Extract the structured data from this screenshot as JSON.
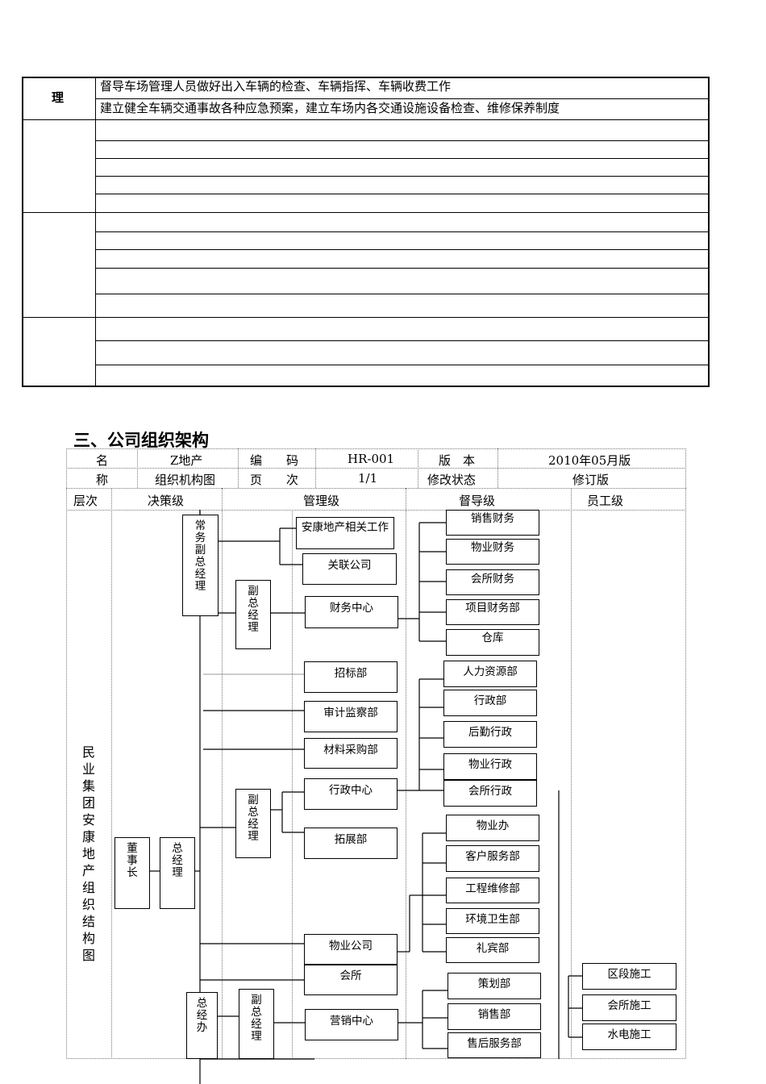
{
  "top_table": {
    "row_header": "理",
    "rows": [
      "督导车场管理人员做好出入车辆的检查、车辆指挥、车辆收费工作",
      "建立健全车辆交通事故各种应急预案，建立车场内各交通设施设备检查、维修保养制度"
    ]
  },
  "section_title": "三、公司组织架构",
  "meta": {
    "name_label_1": "名",
    "name_label_2": "称",
    "company": "Z地产",
    "doc_name": "组织机构图",
    "code_label": "编　　码",
    "code_value": "HR-001",
    "version_label": "版　本",
    "version_value": "2010年05月版",
    "page_label": "页　　次",
    "page_value": "1/1",
    "status_label": "修改状态",
    "status_value": "修订版"
  },
  "levels": {
    "layer": "层次",
    "decision": "决策级",
    "management": "管理级",
    "supervision": "督导级",
    "staff": "员工级"
  },
  "org": {
    "group_title": "民业集团安康地产组织结构图",
    "chairman": "董事长",
    "gm": "总经理",
    "exec_vp": "常务副总经理",
    "gm_office": "总经办",
    "vp1": "副总经理",
    "vp2": "副总经理",
    "vp3": "副总经理",
    "ankang_work": "安康地产相关工作",
    "related_company": "关联公司",
    "finance_center": "财务中心",
    "tender": "招标部",
    "audit": "审计监察部",
    "procurement": "材料采购部",
    "admin_center": "行政中心",
    "expansion": "拓展部",
    "property_company": "物业公司",
    "club": "会所",
    "marketing_center": "营销中心",
    "sales_finance": "销售财务",
    "property_finance": "物业财务",
    "club_finance": "会所财务",
    "project_finance": "项目财务部",
    "warehouse": "仓库",
    "hr": "人力资源部",
    "admin_dept": "行政部",
    "logistics_admin": "后勤行政",
    "property_admin": "物业行政",
    "club_admin": "会所行政",
    "property_office": "物业办",
    "customer_service": "客户服务部",
    "engineering": "工程维修部",
    "sanitation": "环境卫生部",
    "reception": "礼宾部",
    "planning": "策划部",
    "sales": "销售部",
    "after_sales": "售后服务部",
    "section_construction": "区段施工",
    "club_construction": "会所施工",
    "hydro_construction": "水电施工"
  }
}
